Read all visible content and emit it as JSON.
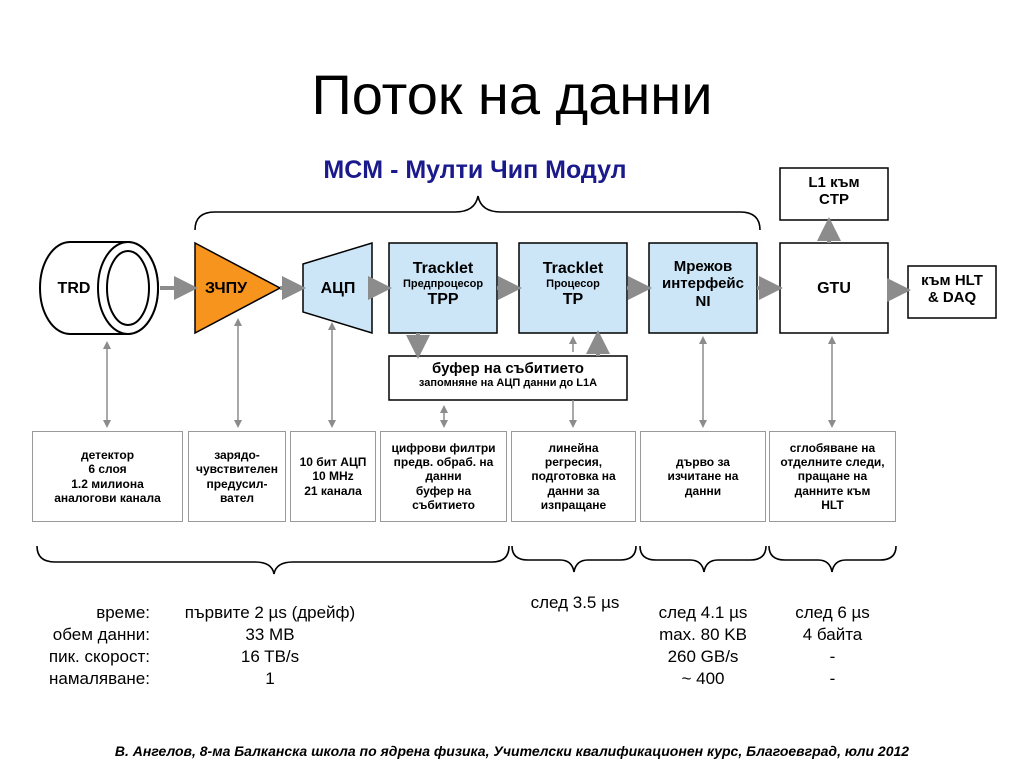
{
  "title": "Поток на данни",
  "mcm_title": "MCM - Мулти Чип Модул",
  "blocks": {
    "trd": "TRD",
    "preamp": "ЗЧПУ",
    "adc": "АЦП",
    "tpp": {
      "line1": "Tracklet",
      "line2": "Предпроцесор",
      "line3": "TPP"
    },
    "tp": {
      "line1": "Tracklet",
      "line2": "Процесор",
      "line3": "TP"
    },
    "ni": {
      "line1": "Мрежов",
      "line2": "интерфейс",
      "line3": "NI"
    },
    "gtu": "GTU",
    "l1": {
      "line1": "L1 към",
      "line2": "CTP"
    },
    "hlt": {
      "line1": "към HLT",
      "line2": "& DAQ"
    },
    "buffer": {
      "line1": "буфер на събитието",
      "line2": "запомняне на АЦП данни до L1A"
    }
  },
  "descriptions": [
    {
      "lines": [
        "детектор",
        "6 слоя",
        "1.2 милиона",
        "аналогови канала"
      ]
    },
    {
      "lines": [
        "зарядо-",
        "чувствителен",
        "предусил-",
        "вател"
      ]
    },
    {
      "lines": [
        "10 бит АЦП",
        "10 MHz",
        "21 канала"
      ]
    },
    {
      "lines": [
        "цифрови филтри",
        "предв. обраб. на",
        "данни",
        "буфер на",
        "събитието"
      ]
    },
    {
      "lines": [
        "линейна",
        "регресия,",
        "подготовка на",
        "данни за",
        "изпращане"
      ]
    },
    {
      "lines": [
        "дърво за",
        "изчитане на",
        "данни"
      ]
    },
    {
      "lines": [
        "сглобяване на",
        "отделните следи,",
        "пращане на",
        "данните към",
        "HLT"
      ]
    }
  ],
  "stats": {
    "labels": [
      "време:",
      "обем данни:",
      "пик. скорост:",
      "намаляване:"
    ],
    "col1": [
      "първите 2 µs (дрейф)",
      "33 MB",
      "16 TB/s",
      "1"
    ],
    "col2": [
      "след 3.5 µs"
    ],
    "col3": [
      "след 4.1 µs",
      "max. 80 KB",
      "260 GB/s",
      "~ 400"
    ],
    "col4": [
      "след 6 µs",
      "4 байта",
      "-",
      "-"
    ]
  },
  "footer": "В. Ангелов, 8-ма Балканска школа по ядрена физика, Учителски квалификационен курс, Благоевград, юли 2012",
  "colors": {
    "block_fill": "#cce6f8",
    "preamp_fill": "#f7941d",
    "arrow": "#8c8c8c",
    "title_blue": "#1a1a8c"
  }
}
